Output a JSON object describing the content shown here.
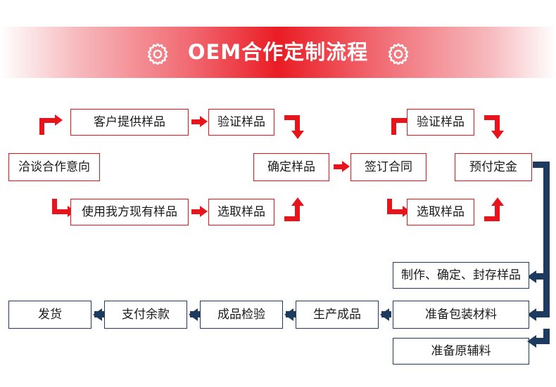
{
  "header": {
    "title": "OEM合作定制流程",
    "left_icon": "gear-icon",
    "right_icon": "gear-icon",
    "gradient_center_color": "#ea1c24",
    "gradient_edge_color": "#ffffff",
    "title_color": "#ffffff"
  },
  "palette": {
    "red": "#e8141c",
    "navy": "#1f3a5f",
    "text": "#1a1a1a",
    "background": "#ffffff"
  },
  "flow": {
    "nodes": [
      {
        "id": "n1",
        "label": "客户提供样品",
        "color": "red"
      },
      {
        "id": "n2",
        "label": "验证样品",
        "color": "red"
      },
      {
        "id": "n3",
        "label": "验证样品",
        "color": "red"
      },
      {
        "id": "n4",
        "label": "洽谈合作意向",
        "color": "red"
      },
      {
        "id": "n5",
        "label": "确定样品",
        "color": "red"
      },
      {
        "id": "n6",
        "label": "签订合同",
        "color": "red"
      },
      {
        "id": "n7",
        "label": "预付定金",
        "color": "red"
      },
      {
        "id": "n8",
        "label": "使用我方现有样品",
        "color": "red"
      },
      {
        "id": "n9",
        "label": "选取样品",
        "color": "red"
      },
      {
        "id": "n10",
        "label": "选取样品",
        "color": "red"
      },
      {
        "id": "n11",
        "label": "制作、确定、封存样品",
        "color": "navy"
      },
      {
        "id": "n12",
        "label": "发货",
        "color": "navy"
      },
      {
        "id": "n13",
        "label": "支付余款",
        "color": "navy"
      },
      {
        "id": "n14",
        "label": "成品检验",
        "color": "navy"
      },
      {
        "id": "n15",
        "label": "生产成品",
        "color": "navy"
      },
      {
        "id": "n16",
        "label": "准备包装材料",
        "color": "navy"
      },
      {
        "id": "n17",
        "label": "准备原辅料",
        "color": "navy"
      }
    ],
    "connectors": [
      {
        "name": "arrow-elbow-up-right-to-customer-sample",
        "color": "red"
      },
      {
        "name": "arrow-right-customer-sample-to-verify",
        "color": "red"
      },
      {
        "name": "arrow-elbow-down-verify-to-confirm",
        "color": "red"
      },
      {
        "name": "arrow-elbow-down-right-to-existing-sample",
        "color": "red"
      },
      {
        "name": "arrow-right-existing-sample-to-select",
        "color": "red"
      },
      {
        "name": "arrow-elbow-up-select-to-confirm",
        "color": "red"
      },
      {
        "name": "arrow-right-confirm-to-contract",
        "color": "red"
      },
      {
        "name": "arrow-elbow-up-right-to-verify-2",
        "color": "red"
      },
      {
        "name": "arrow-elbow-down-verify2-to-deposit",
        "color": "red"
      },
      {
        "name": "arrow-elbow-down-right-to-select-2",
        "color": "red"
      },
      {
        "name": "arrow-elbow-up-select2-to-deposit",
        "color": "red"
      },
      {
        "name": "arrow-deposit-down-to-make-sample",
        "color": "navy"
      },
      {
        "name": "arrow-left-into-make-sample",
        "color": "navy"
      },
      {
        "name": "arrow-left-into-packaging",
        "color": "navy"
      },
      {
        "name": "arrow-elbow-raw-materials",
        "color": "navy"
      },
      {
        "name": "arrow-left-packaging-to-production",
        "color": "navy"
      },
      {
        "name": "arrow-left-production-to-inspection",
        "color": "navy"
      },
      {
        "name": "arrow-left-inspection-to-balance",
        "color": "navy"
      },
      {
        "name": "arrow-left-balance-to-shipment",
        "color": "navy"
      }
    ]
  }
}
